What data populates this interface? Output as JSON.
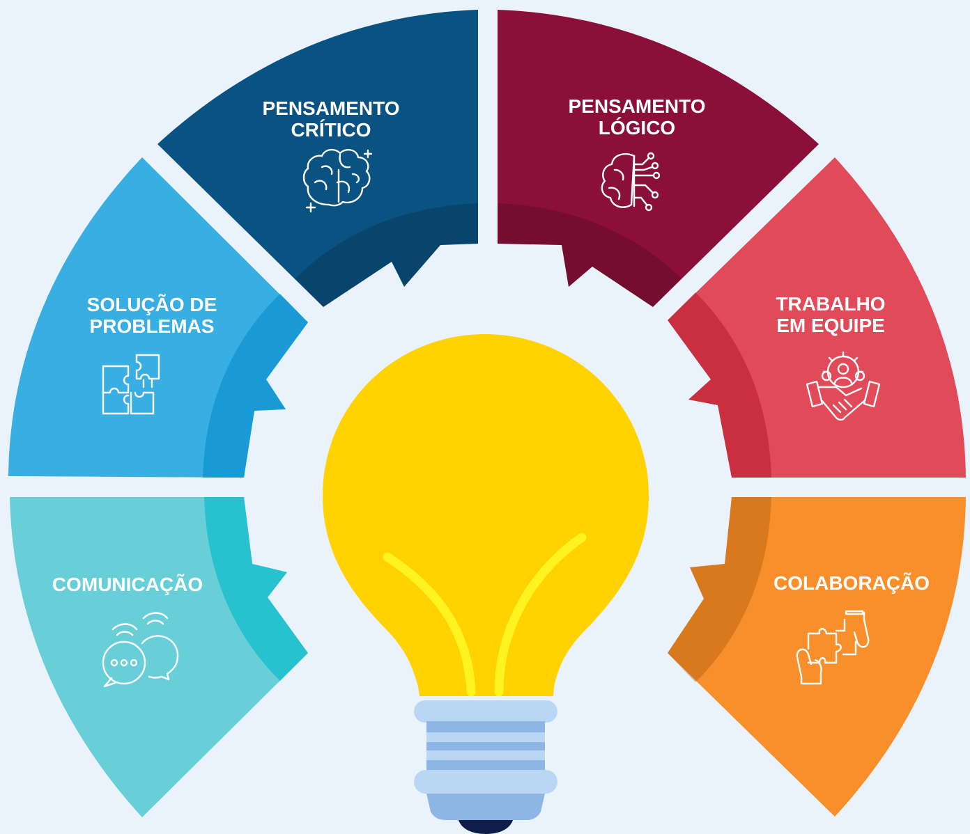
{
  "colors": {
    "background": "#eaf3fb",
    "pensamento_critico": "#0a5281",
    "pensamento_logico": "#8b1039",
    "trabalho_em_equipe": "#e04a59",
    "colaboracao": "#f98f2b",
    "comunicacao": "#68cfd9",
    "solucao_de_problemas": "#38aee2",
    "bulb": "#ffd200",
    "bulb_base": "#b9d6f5"
  },
  "segments": [
    {
      "id": "pensamento-critico",
      "lines": [
        "PENSAMENTO",
        "CRÍTICO"
      ],
      "icon": "brain-icon"
    },
    {
      "id": "pensamento-logico",
      "lines": [
        "PENSAMENTO",
        "LÓGICO"
      ],
      "icon": "circuit-brain-icon"
    },
    {
      "id": "trabalho-em-equipe",
      "lines": [
        "TRABALHO",
        "EM EQUIPE"
      ],
      "icon": "team-handshake-icon"
    },
    {
      "id": "colaboracao",
      "lines": [
        "COLABORAÇÃO"
      ],
      "icon": "hands-puzzle-icon"
    },
    {
      "id": "comunicacao",
      "lines": [
        "COMUNICAÇÃO"
      ],
      "icon": "chat-bubbles-icon"
    },
    {
      "id": "solucao-de-problemas",
      "lines": [
        "SOLUÇÃO DE",
        "PROBLEMAS"
      ],
      "icon": "puzzle-icon"
    }
  ],
  "center": {
    "icon": "light-bulb-icon"
  }
}
